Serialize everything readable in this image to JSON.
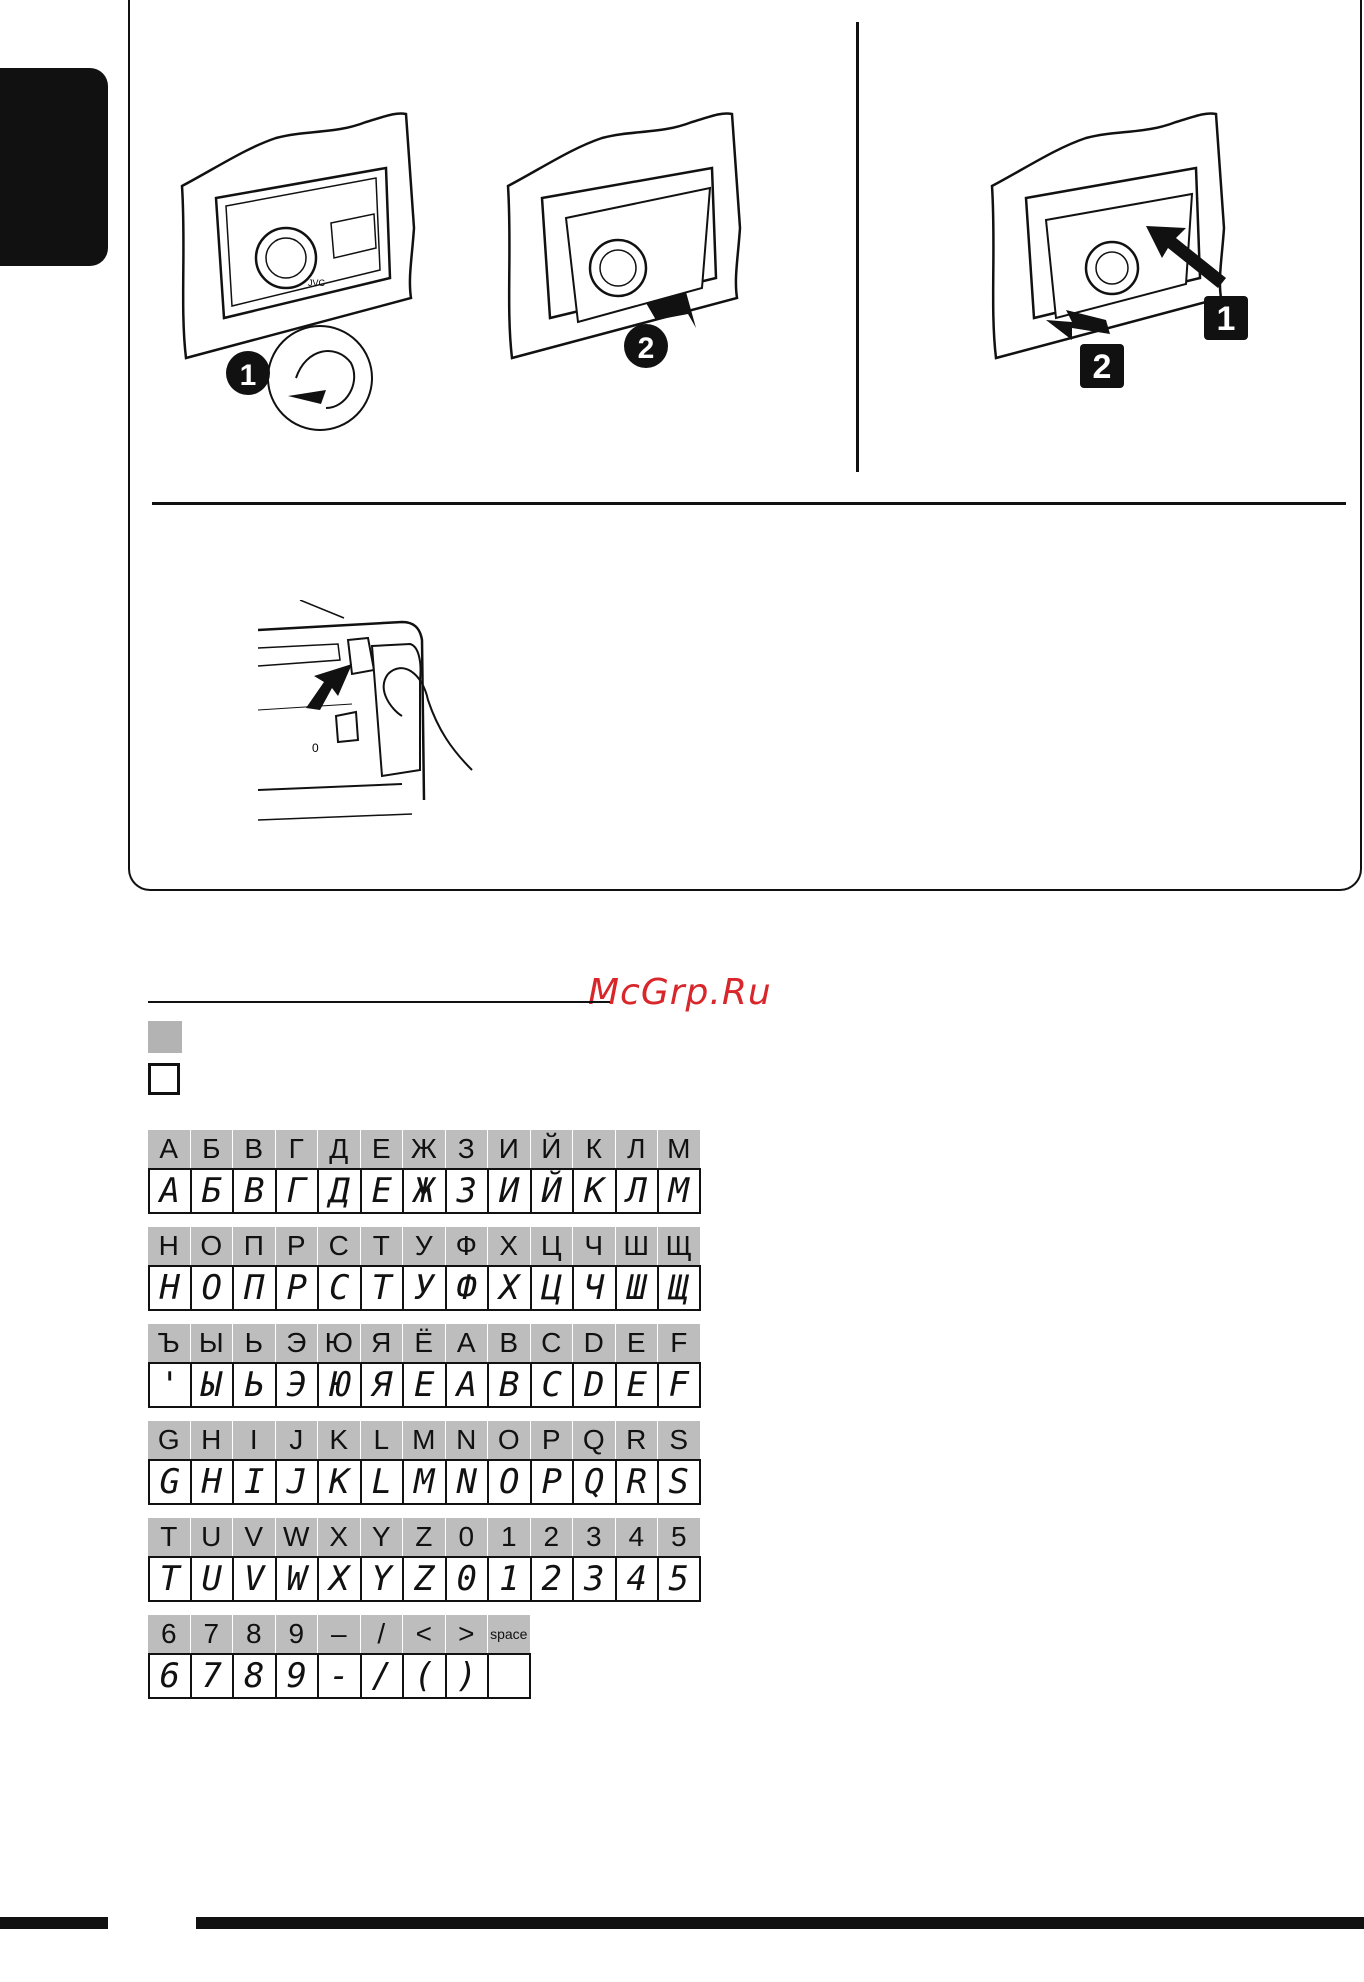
{
  "watermark": "McGrp.Ru",
  "illustrations": {
    "step1_label": "1",
    "step2_label": "2",
    "brand_label": "JVC"
  },
  "char_chart": {
    "rows": [
      {
        "chars": [
          "А",
          "Б",
          "В",
          "Г",
          "Д",
          "Е",
          "Ж",
          "З",
          "И",
          "Й",
          "К",
          "Л",
          "М"
        ],
        "display": [
          "A",
          "Б",
          "B",
          "Г",
          "Д",
          "E",
          "Ж",
          "З",
          "И",
          "Й",
          "K",
          "Л",
          "M"
        ]
      },
      {
        "chars": [
          "Н",
          "О",
          "П",
          "Р",
          "С",
          "Т",
          "У",
          "Ф",
          "Х",
          "Ц",
          "Ч",
          "Ш",
          "Щ"
        ],
        "display": [
          "H",
          "O",
          "П",
          "P",
          "C",
          "T",
          "У",
          "Ф",
          "X",
          "Ц",
          "Ч",
          "Ш",
          "Щ"
        ]
      },
      {
        "chars": [
          "Ъ",
          "Ы",
          "Ь",
          "Э",
          "Ю",
          "Я",
          "Ё",
          "A",
          "B",
          "C",
          "D",
          "E",
          "F"
        ],
        "display": [
          "'",
          "Ы",
          "Ь",
          "Э",
          "Ю",
          "Я",
          "E",
          "A",
          "B",
          "C",
          "D",
          "E",
          "F"
        ]
      },
      {
        "chars": [
          "G",
          "H",
          "I",
          "J",
          "K",
          "L",
          "M",
          "N",
          "O",
          "P",
          "Q",
          "R",
          "S"
        ],
        "display": [
          "G",
          "H",
          "I",
          "J",
          "K",
          "L",
          "M",
          "N",
          "O",
          "P",
          "Q",
          "R",
          "S"
        ]
      },
      {
        "chars": [
          "T",
          "U",
          "V",
          "W",
          "X",
          "Y",
          "Z",
          "0",
          "1",
          "2",
          "3",
          "4",
          "5"
        ],
        "display": [
          "T",
          "U",
          "V",
          "W",
          "X",
          "Y",
          "Z",
          "0",
          "1",
          "2",
          "3",
          "4",
          "5"
        ]
      },
      {
        "chars": [
          "6",
          "7",
          "8",
          "9",
          "–",
          "/",
          "<",
          ">",
          "space"
        ],
        "display": [
          "6",
          "7",
          "8",
          "9",
          "-",
          "/",
          "(",
          ")",
          ""
        ]
      }
    ]
  }
}
